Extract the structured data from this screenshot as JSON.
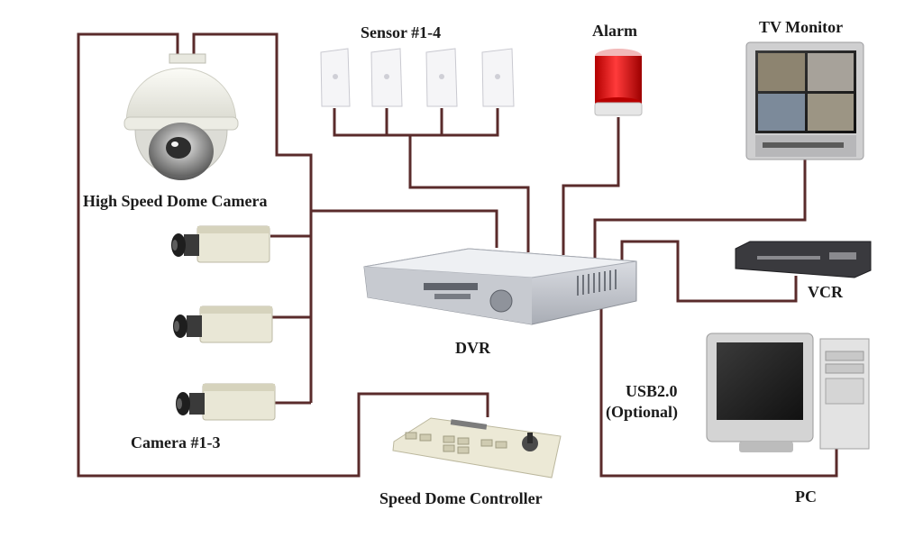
{
  "diagram": {
    "labels": {
      "sensor": "Sensor #1-4",
      "alarm": "Alarm",
      "tv_monitor": "TV Monitor",
      "dome_camera": "High Speed Dome Camera",
      "dvr": "DVR",
      "vcr": "VCR",
      "cameras": "Camera #1-3",
      "usb_line1": "USB2.0",
      "usb_line2": "(Optional)",
      "controller": "Speed Dome Controller",
      "pc": "PC"
    },
    "colors": {
      "wire": "#5a2b2b",
      "background": "#ffffff",
      "alarm_red": "#d91414",
      "device_silver": "#c9ccd2",
      "device_dark": "#2a2a2e",
      "camera_cream": "#e9e7d6"
    },
    "icons": [
      "dome-camera-icon",
      "box-camera-icon",
      "pir-sensor-icon",
      "alarm-beacon-icon",
      "crt-monitor-icon",
      "dvr-unit-icon",
      "vcr-unit-icon",
      "pc-tower-icon",
      "ptz-keyboard-icon"
    ]
  }
}
